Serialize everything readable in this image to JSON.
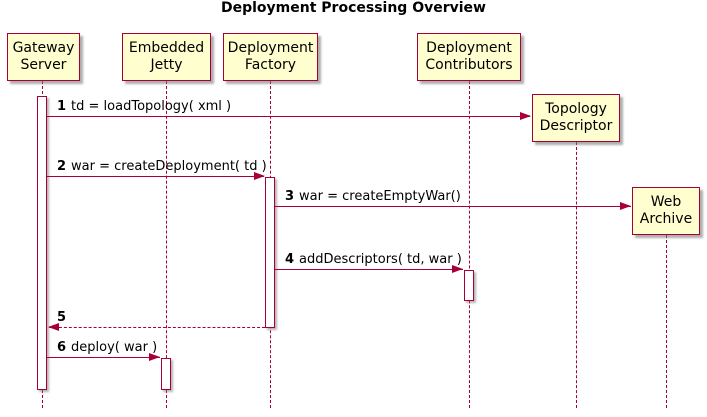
{
  "title": "Deployment Processing Overview",
  "diagram_type": "sequence",
  "colors": {
    "participant_fill": "#FEFECE",
    "stroke": "#A80036",
    "text": "#000000",
    "background": "#FFFFFF"
  },
  "participants": [
    {
      "label": "Gateway Server"
    },
    {
      "label": "Embedded Jetty"
    },
    {
      "label": "Deployment Factory"
    },
    {
      "label": "Deployment Contributors"
    },
    {
      "label": "Topology Descriptor"
    },
    {
      "label": "Web Archive"
    }
  ],
  "messages": [
    {
      "seq": "1",
      "text": "td = loadTopology( xml )",
      "from": "Gateway Server",
      "to": "Topology Descriptor",
      "style": "solid"
    },
    {
      "seq": "2",
      "text": "war = createDeployment( td )",
      "from": "Gateway Server",
      "to": "Deployment Factory",
      "style": "solid"
    },
    {
      "seq": "3",
      "text": "war = createEmptyWar()",
      "from": "Deployment Factory",
      "to": "Web Archive",
      "style": "solid"
    },
    {
      "seq": "4",
      "text": "addDescriptors( td, war )",
      "from": "Deployment Factory",
      "to": "Deployment Contributors",
      "style": "solid"
    },
    {
      "seq": "5",
      "text": "",
      "from": "Deployment Factory",
      "to": "Gateway Server",
      "style": "dashed-return"
    },
    {
      "seq": "6",
      "text": "deploy( war )",
      "from": "Gateway Server",
      "to": "Embedded Jetty",
      "style": "solid"
    }
  ]
}
